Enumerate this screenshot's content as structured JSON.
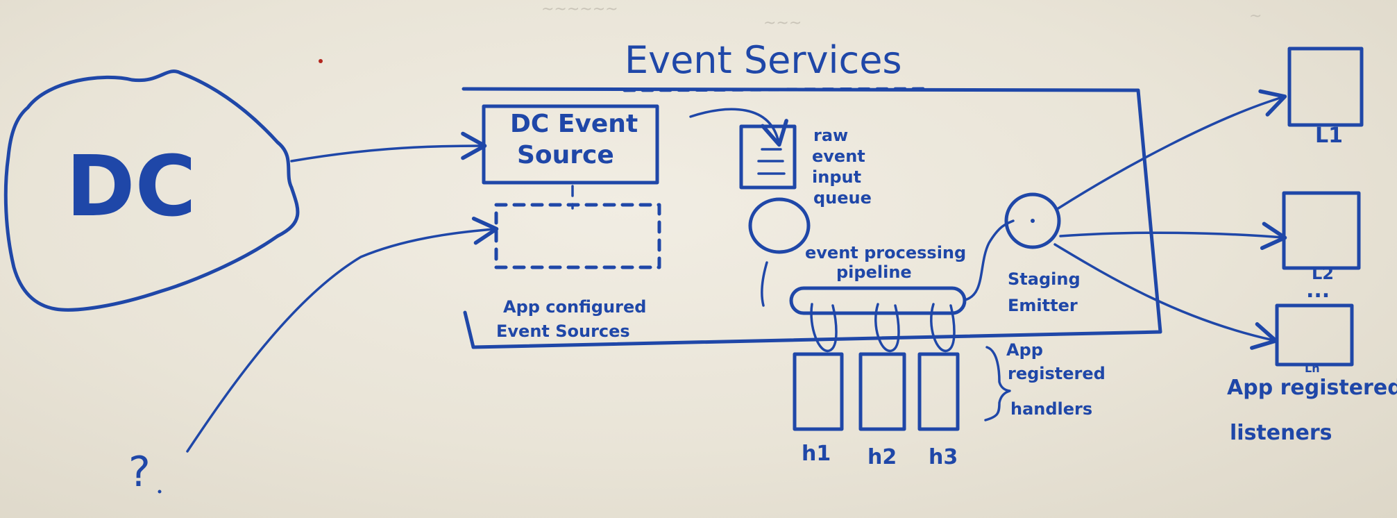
{
  "title": "Event Services",
  "source_cloud_label": "DC",
  "dc_event_source": {
    "line1": "DC Event",
    "line2": "Source"
  },
  "app_configured_sources": {
    "line1": "App configured",
    "line2": "Event Sources"
  },
  "raw_queue": {
    "line1": "raw",
    "line2": "event",
    "line3": "input",
    "line4": "queue"
  },
  "pipeline": {
    "line1": "event processing",
    "line2": "pipeline"
  },
  "staging": {
    "line1": "Staging",
    "line2": "Emitter"
  },
  "handlers": {
    "items": [
      "h1",
      "h2",
      "h3"
    ],
    "line1": "App",
    "line2": "registered",
    "line3": "handlers"
  },
  "listeners": {
    "items": [
      "L1",
      "L2",
      "Ln"
    ],
    "ellipsis": "...",
    "line1": "App registered",
    "line2": "listeners"
  },
  "unknown_source": "?"
}
